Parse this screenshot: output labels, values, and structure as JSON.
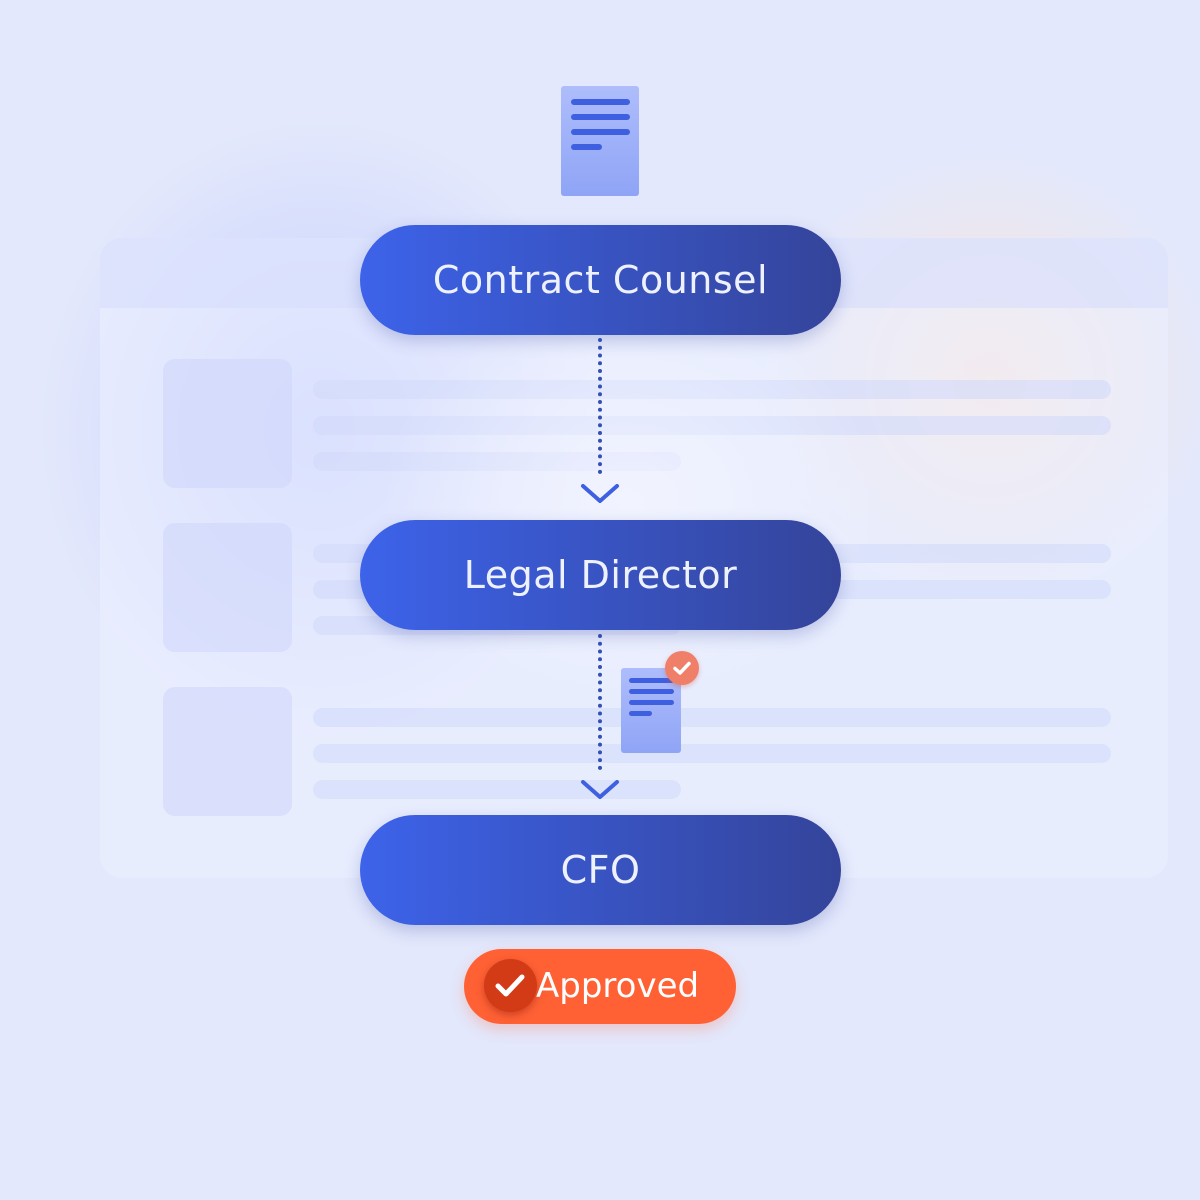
{
  "workflow": {
    "steps": [
      {
        "label": "Contract Counsel"
      },
      {
        "label": "Legal Director"
      },
      {
        "label": "CFO"
      }
    ],
    "status": {
      "label": "Approved"
    }
  },
  "icons": {
    "top": "document-icon",
    "in_transit": "approved-document-icon",
    "status": "checkmark-icon"
  },
  "colors": {
    "background": "#e3e8fc",
    "step_gradient_start": "#3d63ea",
    "step_gradient_end": "#34449a",
    "connector": "#3550b3",
    "approved": "#ff6135",
    "approved_icon": "#d33a16",
    "document": "#9aaefa"
  }
}
